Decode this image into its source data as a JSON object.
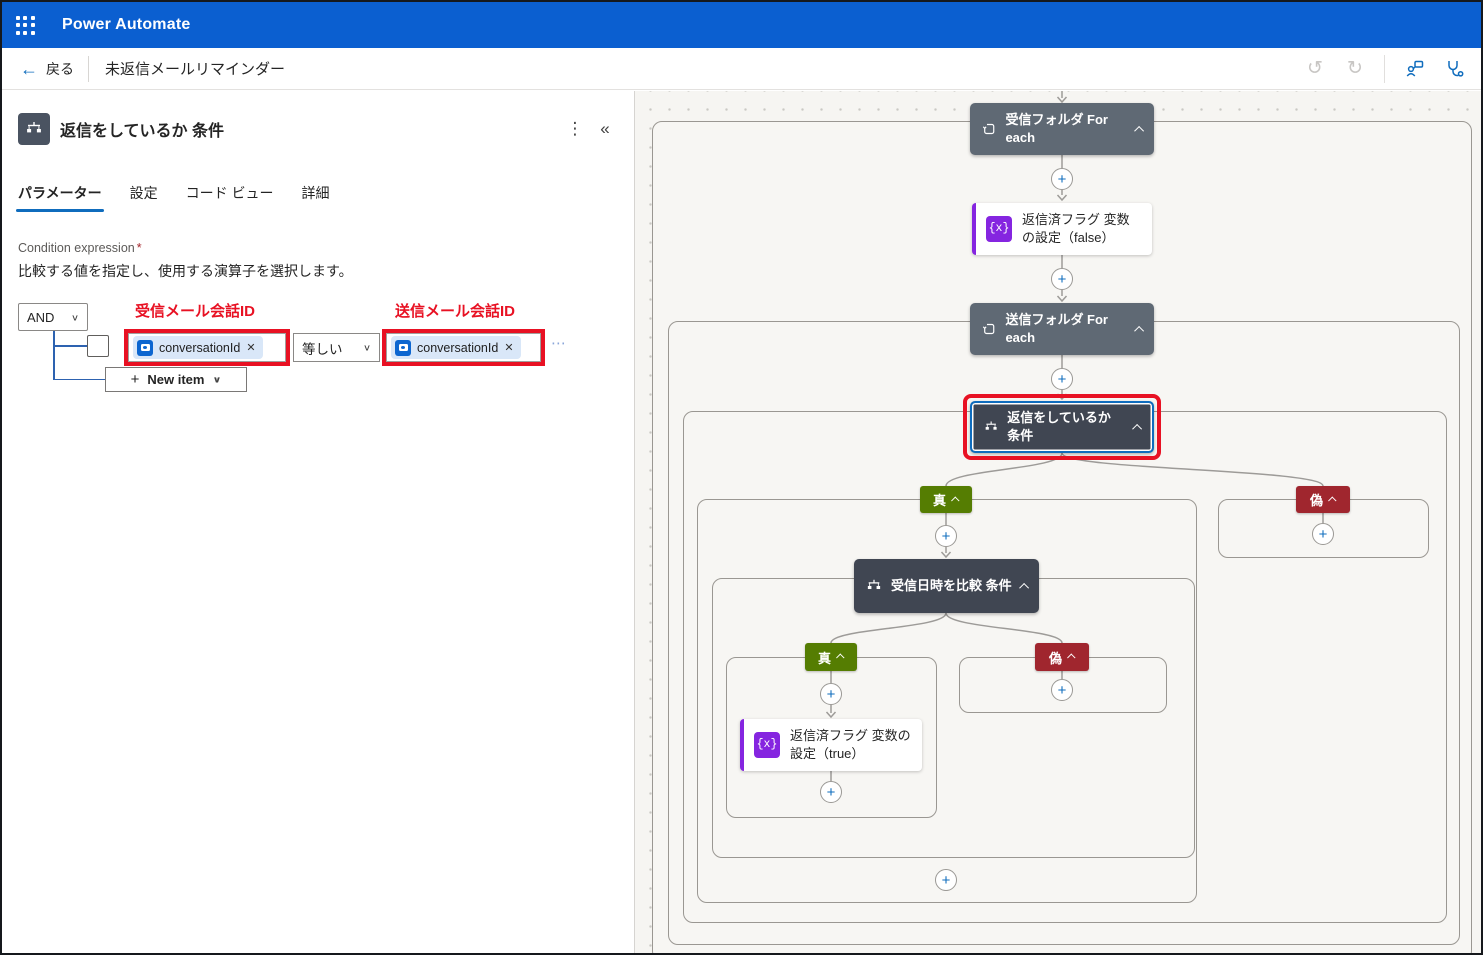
{
  "app": {
    "title": "Power Automate"
  },
  "nav": {
    "back": "戻る",
    "flow_title": "未返信メールリマインダー"
  },
  "icons": {
    "kebab": "⋮",
    "collapse": "«",
    "back_arrow": "←",
    "chevron_down": "∨",
    "dismiss": "✕",
    "more": "⋯",
    "undo": "↺",
    "redo": "↻",
    "variable": "{x}",
    "plus": "+"
  },
  "panel": {
    "title": "返信をしているか 条件",
    "tabs": [
      "パラメーター",
      "設定",
      "コード ビュー",
      "詳細"
    ],
    "active_tab": "パラメーター",
    "condition": {
      "label": "Condition expression",
      "required": "*",
      "helper": "比較する値を指定し、使用する演算子を選択します。",
      "group_operator": "AND",
      "annotation_left": "受信メール会話ID",
      "annotation_right": "送信メール会話ID",
      "left_operand": "conversationId",
      "operator": "等しい",
      "right_operand": "conversationId",
      "new_item": "New item"
    }
  },
  "canvas": {
    "nodes": {
      "foreach_inbox": {
        "label": "受信フォルダ For each"
      },
      "set_flag_false": {
        "label": "返信済フラグ 変数の設定（false）"
      },
      "foreach_sent": {
        "label": "送信フォルダ For each"
      },
      "cond_reply": {
        "label": "返信をしているか 条件"
      },
      "cond_datetime": {
        "label": "受信日時を比較 条件"
      },
      "set_flag_true": {
        "label": "返信済フラグ 変数の設定（true）"
      }
    },
    "branches": {
      "true": "真",
      "false": "偽"
    }
  },
  "colors": {
    "header_blue": "#0b5fd0",
    "accent_blue": "#0f6cbd",
    "annotation_red": "#e81123",
    "branch_true_green": "#557d02",
    "branch_false_red": "#a0262e",
    "variable_purple": "#8525e0",
    "foreach_gray": "#5f6974",
    "condition_dark": "#404652"
  }
}
